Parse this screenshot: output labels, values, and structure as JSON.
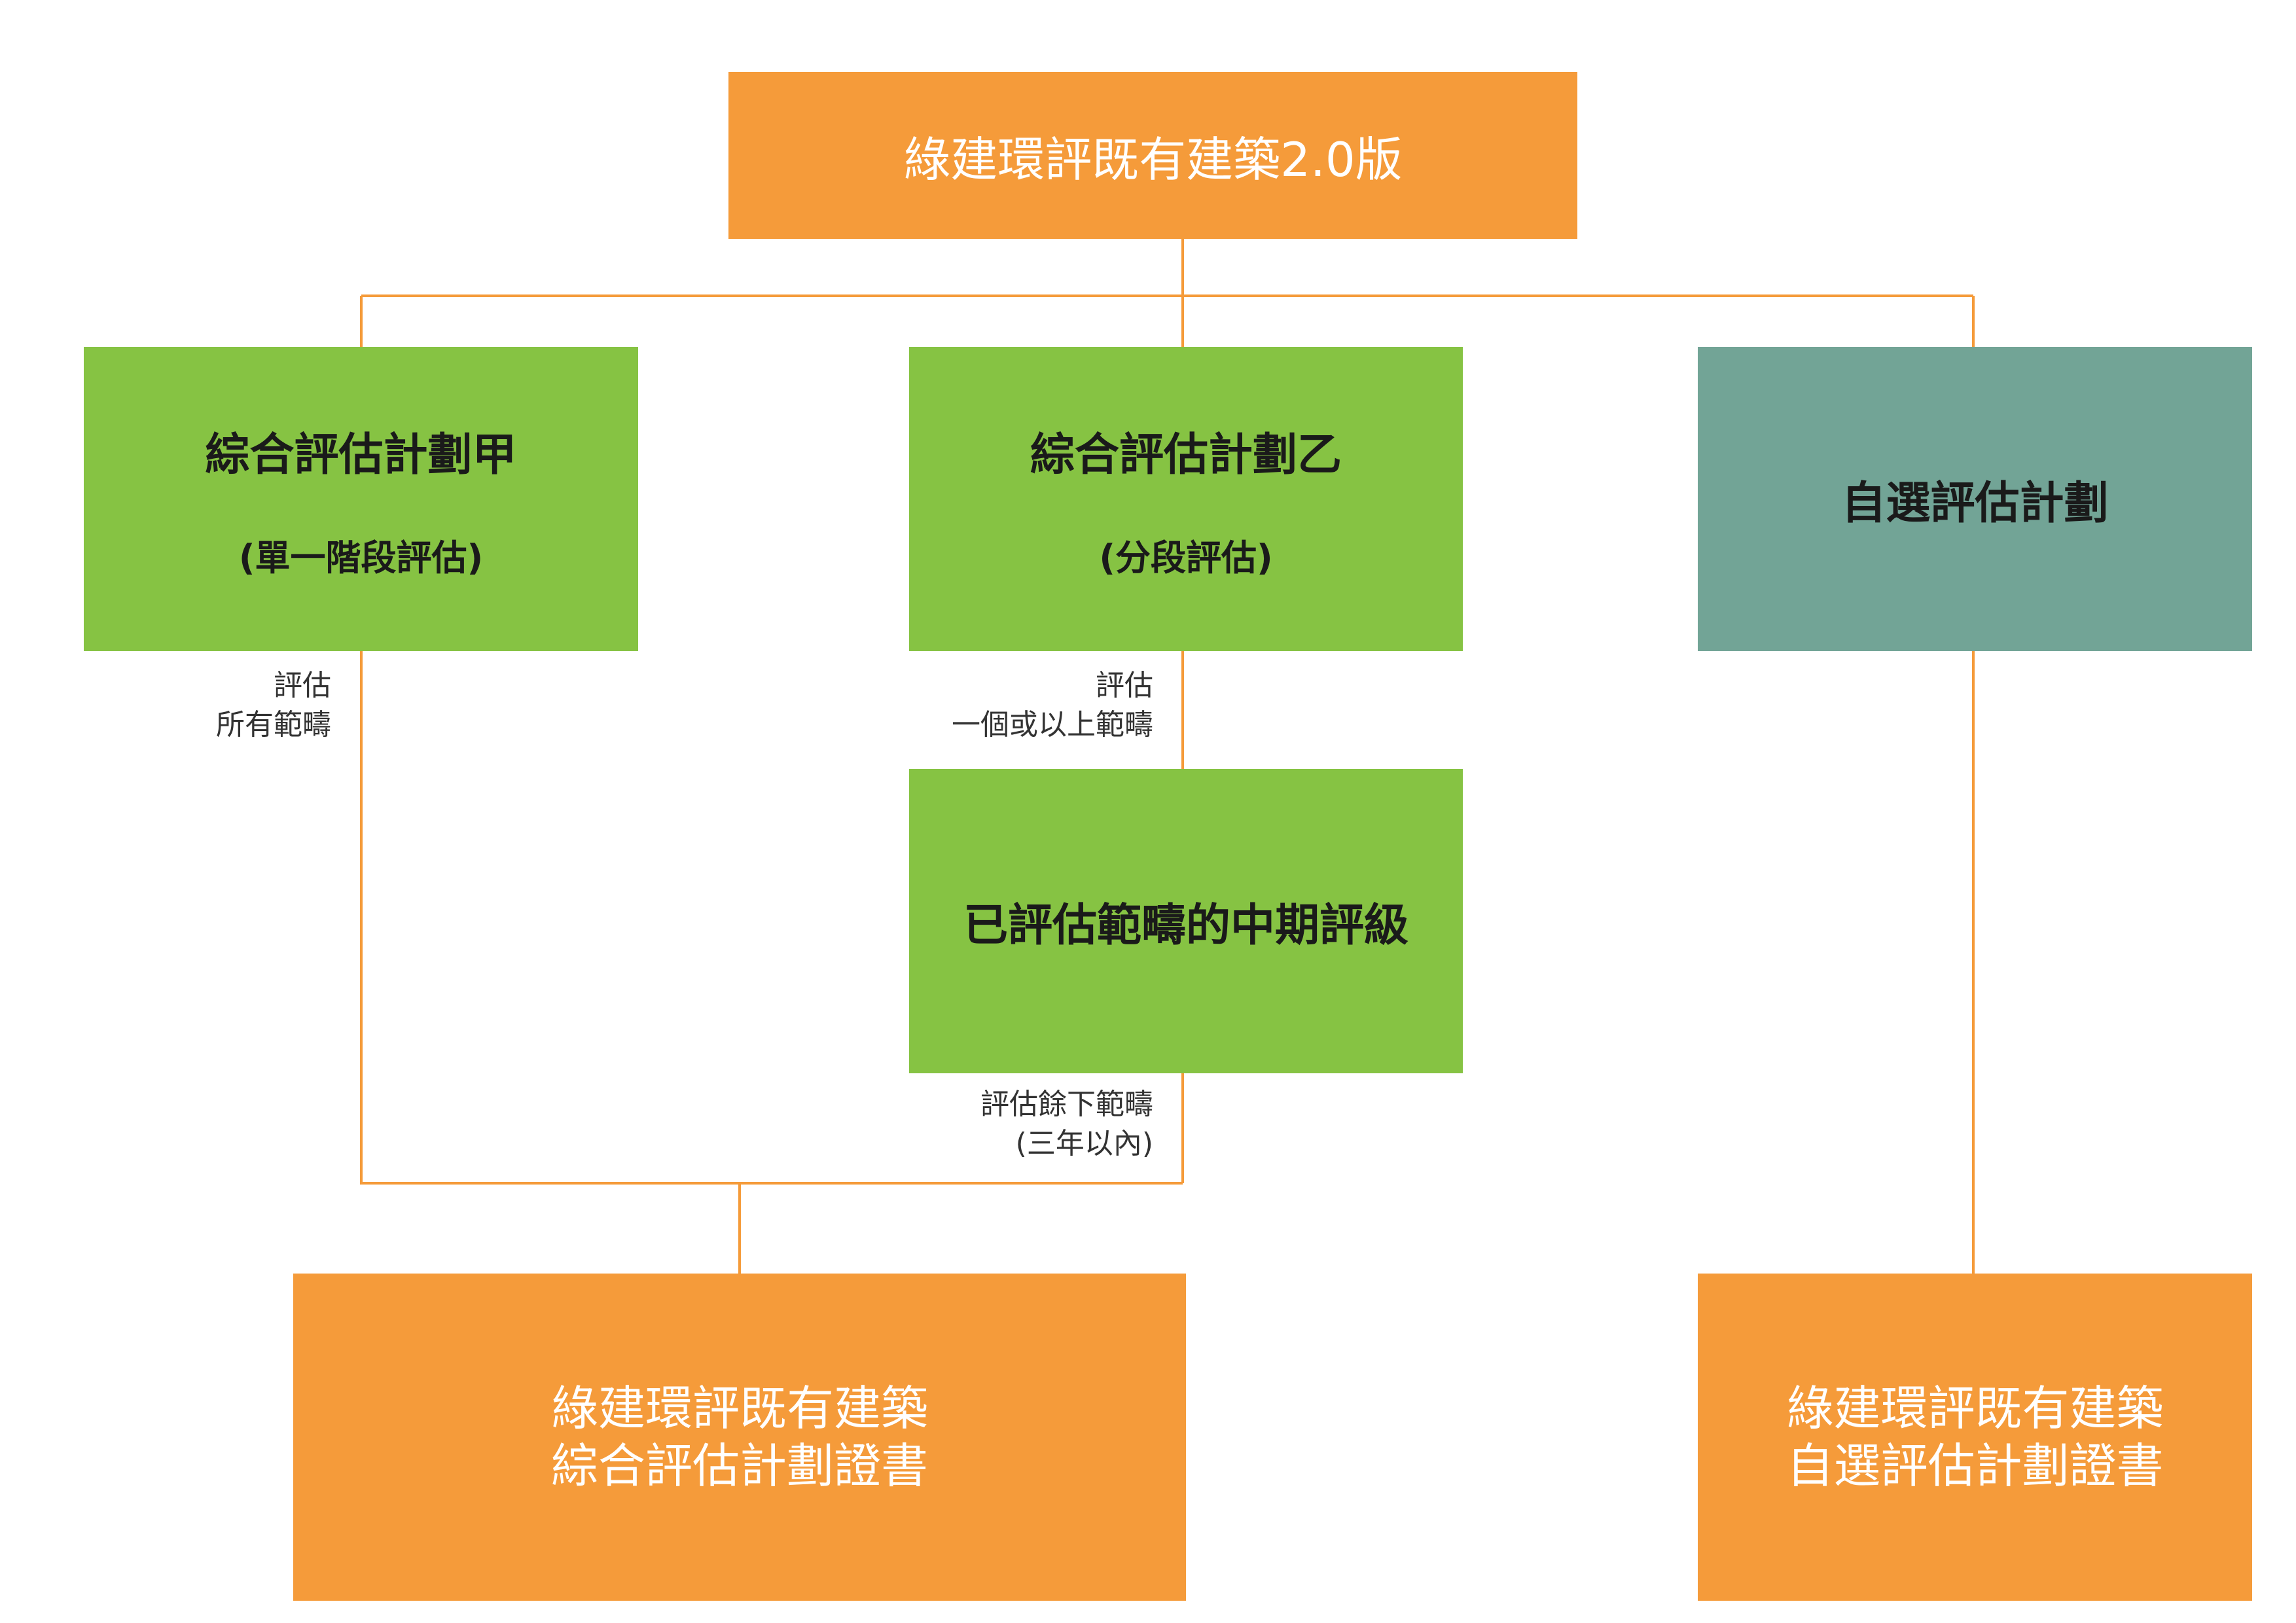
{
  "colors": {
    "orange": "#f59b3a",
    "green": "#86c343",
    "teal": "#72a496",
    "connector": "#f59b3a",
    "label_text": "#333333"
  },
  "root": {
    "title": "綠建環評既有建築2.0版"
  },
  "plan_a": {
    "title": "綜合評估計劃甲",
    "subtitle": "(單一階段評估)"
  },
  "plan_b": {
    "title": "綜合評估計劃乙",
    "subtitle": "(分段評估)"
  },
  "plan_c": {
    "title": "自選評估計劃"
  },
  "interim": {
    "title": "已評估範疇的中期評級"
  },
  "labels": {
    "plan_a_scope": [
      "評估",
      "所有範疇"
    ],
    "plan_b_scope": [
      "評估",
      "一個或以上範疇"
    ],
    "interim_remaining": [
      "評估餘下範疇",
      "(三年以內)"
    ]
  },
  "cert_comprehensive": {
    "lines": [
      "綠建環評既有建築",
      "綜合評估計劃證書"
    ]
  },
  "cert_selective": {
    "lines": [
      "綠建環評既有建築",
      "自選評估計劃證書"
    ]
  }
}
